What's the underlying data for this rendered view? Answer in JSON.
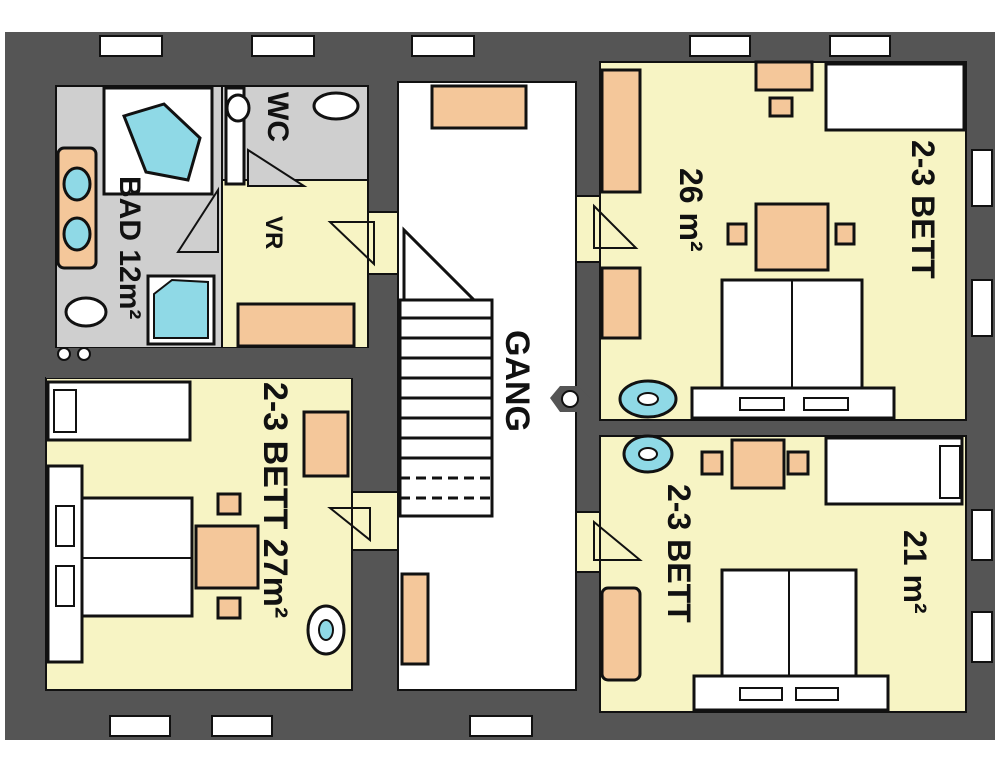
{
  "colors": {
    "wall": "#555555",
    "room": "#f7f4c4",
    "gang": "#ffffff",
    "wet": "#cfcfcf",
    "furniture": "#f4c79a",
    "bed": "#ffffff",
    "water": "#8fd9e6"
  },
  "rooms": {
    "bad": {
      "label": "BAD 12m²"
    },
    "wc": {
      "label": "WC"
    },
    "vr": {
      "label": "VR"
    },
    "gang": {
      "label": "GANG"
    },
    "room_top_right": {
      "area": "26 m²",
      "beds": "2-3 BETT"
    },
    "room_bottom_left": {
      "label": "2-3 BETT 27m²"
    },
    "room_bottom_right": {
      "area": "21 m²",
      "beds": "2-3 BETT"
    }
  }
}
